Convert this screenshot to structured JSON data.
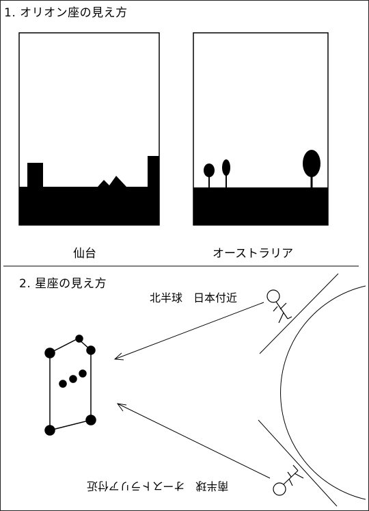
{
  "section1": {
    "heading": "1. オリオン座の見え方",
    "left_caption": "仙台",
    "right_caption": "オーストラリア"
  },
  "section2": {
    "heading": "2. 星座の見え方",
    "north_label": "北半球　日本付近",
    "south_label": "南半球　オーストラリア付近"
  }
}
